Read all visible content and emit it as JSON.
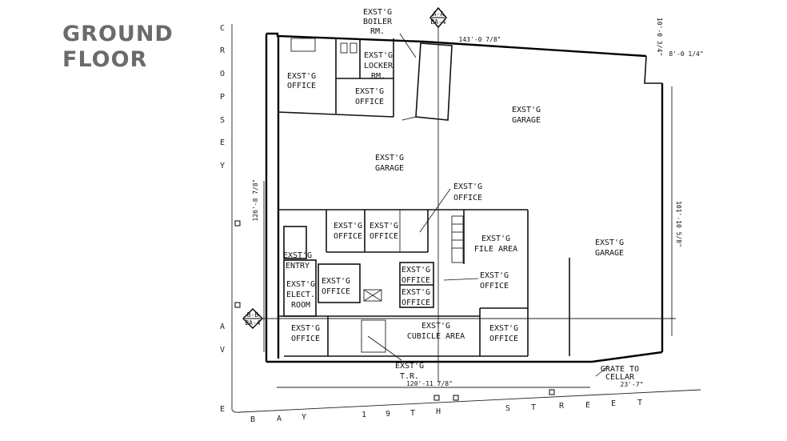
{
  "title": {
    "line1": "GROUND",
    "line2": "FLOOR"
  },
  "rooms": {
    "boiler": [
      "EXST'G",
      "BOILER",
      "RM."
    ],
    "locker": [
      "EXST'G",
      "LOCKER",
      "RM."
    ],
    "office_nw": [
      "EXST'G",
      "OFFICE"
    ],
    "office_n2": [
      "EXST'G",
      "OFFICE"
    ],
    "garage_ne": [
      "EXST'G",
      "GARAGE"
    ],
    "garage_c": [
      "EXST'G",
      "GARAGE"
    ],
    "office_mid_label": [
      "EXST'G",
      "OFFICE"
    ],
    "office_r1": [
      "EXST'G",
      "OFFICE"
    ],
    "office_r2": [
      "EXST'G",
      "OFFICE"
    ],
    "file_area": [
      "EXST'G",
      "FILE AREA"
    ],
    "garage_e": [
      "EXST'G",
      "GARAGE"
    ],
    "entry": [
      "EXST'G",
      "ENTRY"
    ],
    "office_l": [
      "EXST'G",
      "OFFICE"
    ],
    "office_s1": [
      "EXST'G",
      "OFFICE"
    ],
    "office_s2": [
      "EXST'G",
      "OFFICE"
    ],
    "office_e": [
      "EXST'G",
      "OFFICE"
    ],
    "elect": [
      "EXST'G",
      "ELECT.",
      "ROOM"
    ],
    "office_sw": [
      "EXST'G",
      "OFFICE"
    ],
    "cubicle": [
      "EXST'G",
      "CUBICLE AREA"
    ],
    "office_se": [
      "EXST'G",
      "OFFICE"
    ],
    "tr": [
      "EXST'G",
      "T.R."
    ]
  },
  "dimensions": {
    "top": "143'-0 7/8\"",
    "top_right_1": "10'-0 3/4\"",
    "top_right_2": "8'-0 1/4\"",
    "left": "126'-8 7/8\"",
    "right": "101'-10 5/8\"",
    "bottom": "120'-11 7/8\"",
    "cellar": "23'-7\""
  },
  "notes": {
    "grate": [
      "GRATE TO",
      "CELLAR"
    ]
  },
  "sections": {
    "aa": {
      "top": "A-A",
      "bottom": "BA-4"
    },
    "bb": {
      "top": "B-B",
      "bottom": "BA-4"
    }
  },
  "streets": {
    "west": [
      "C",
      "R",
      "O",
      "P",
      "S",
      "E",
      "Y",
      "A",
      "V",
      "E"
    ],
    "south": [
      "B",
      "A",
      "Y",
      "1",
      "9",
      "T",
      "H",
      "S",
      "T",
      "R",
      "E",
      "E",
      "T"
    ]
  }
}
